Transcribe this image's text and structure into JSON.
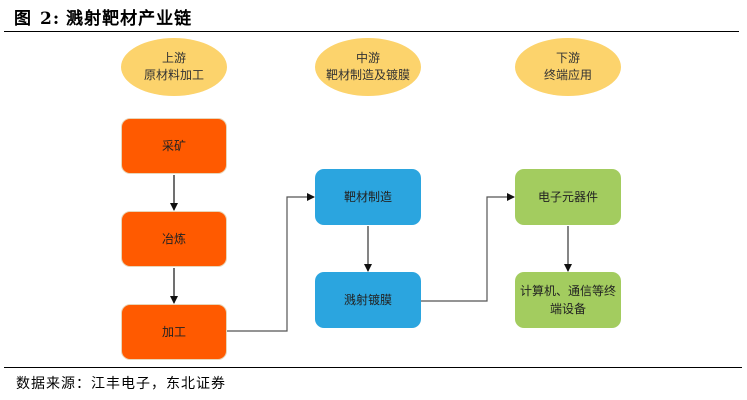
{
  "figure": {
    "label": "图",
    "number": "2:",
    "title": "溅射靶材产业链"
  },
  "stages": [
    {
      "line1": "上游",
      "line2": "原材料加工"
    },
    {
      "line1": "中游",
      "line2": "靶材制造及镀膜"
    },
    {
      "line1": "下游",
      "line2": "终端应用"
    }
  ],
  "nodes": {
    "mining": "采矿",
    "smelting": "冶炼",
    "processing": "加工",
    "target_manufacturing": "靶材制造",
    "sputter_coating": "溅射镀膜",
    "electronic_components": "电子元器件",
    "terminal_devices": "计算机、通信等终端设备"
  },
  "colors": {
    "upstream": "#ff5a00",
    "midstream": "#2ba5df",
    "downstream": "#a3cc5f",
    "stage_ellipse": "#fcd36c"
  },
  "source": "数据来源：江丰电子，东北证券"
}
